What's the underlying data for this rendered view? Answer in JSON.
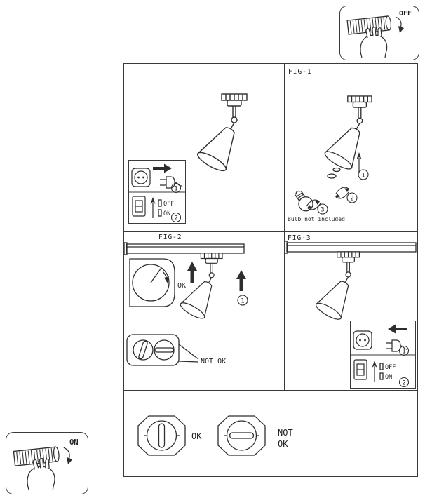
{
  "callouts": {
    "top": {
      "label": "OFF"
    },
    "bottom": {
      "label": "ON"
    }
  },
  "overview": {
    "unplug_step": "1",
    "switch_step": "2",
    "off": "OFF",
    "on": "ON"
  },
  "fig1": {
    "label": "FIG-1",
    "step1": "1",
    "step2": "2",
    "step3": "3",
    "note": "Bulb not included"
  },
  "fig2": {
    "label": "FIG-2",
    "ok": "OK",
    "step1": "1",
    "not_ok": "NOT OK"
  },
  "fig3": {
    "label": "FIG-3",
    "plug_step": "1",
    "switch_step": "2",
    "off": "OFF",
    "on": "ON"
  },
  "dial_row": {
    "ok": "OK",
    "not_ok": "NOT OK"
  }
}
